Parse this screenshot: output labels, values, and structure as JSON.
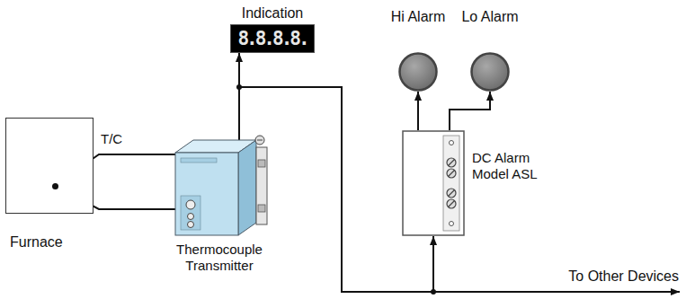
{
  "diagram": {
    "nodes": [
      {
        "text": [
          "Furnace"
        ]
      },
      {
        "text": [
          "Indication",
          "8.8.8.8."
        ]
      },
      {
        "text": [
          "Hi Alarm"
        ]
      },
      {
        "text": [
          "Lo Alarm"
        ]
      },
      {
        "text": [
          "Thermocouple Transmitter"
        ]
      },
      {
        "text": [
          "DC Alarm Model ASL"
        ]
      }
    ],
    "edges": [
      {
        "from": 0,
        "to": 4,
        "arrow": "none"
      },
      {
        "from": 4,
        "to": 1,
        "arrow": "to"
      },
      {
        "from": 4,
        "to": 5,
        "arrow": "to"
      },
      {
        "from": 5,
        "to": 2,
        "arrow": "to"
      },
      {
        "from": 5,
        "to": 3,
        "arrow": "to"
      }
    ],
    "labels": [
      "T/C",
      "To Other Devices"
    ]
  }
}
